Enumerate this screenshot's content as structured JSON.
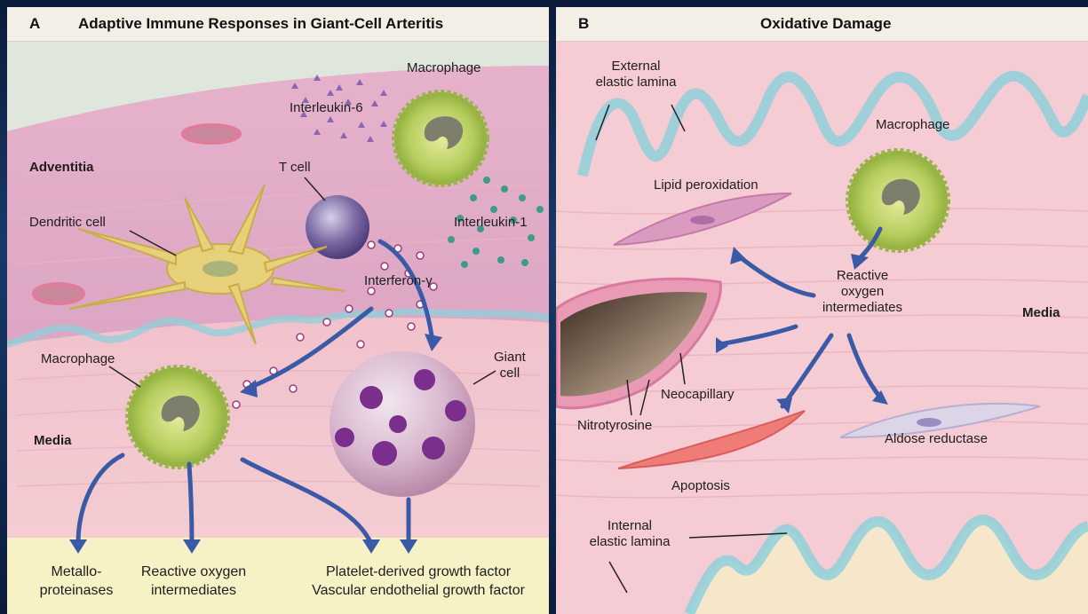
{
  "panel_a": {
    "letter": "A",
    "title": "Adaptive Immune Responses in Giant-Cell Arteritis",
    "labels": {
      "macrophage_top": "Macrophage",
      "interleukin6": "Interleukin-6",
      "adventitia": "Adventitia",
      "t_cell": "T cell",
      "dendritic_cell": "Dendritic cell",
      "interleukin1": "Interleukin-1",
      "interferon": "Interferon-γ",
      "macrophage_left": "Macrophage",
      "giant_cell_1": "Giant",
      "giant_cell_2": "cell",
      "media": "Media"
    },
    "outputs": {
      "metallo_1": "Metallo-",
      "metallo_2": "proteinases",
      "roi_1": "Reactive oxygen",
      "roi_2": "intermediates",
      "growth_1": "Platelet-derived growth factor",
      "growth_2": "Vascular endothelial growth factor"
    }
  },
  "panel_b": {
    "letter": "B",
    "title": "Oxidative Damage",
    "labels": {
      "external_1": "External",
      "external_2": "elastic lamina",
      "lipid": "Lipid peroxidation",
      "macrophage": "Macrophage",
      "reactive_1": "Reactive",
      "reactive_2": "oxygen",
      "reactive_3": "intermediates",
      "media": "Media",
      "neocapillary": "Neocapillary",
      "nitrotyrosine": "Nitrotyrosine",
      "aldose": "Aldose reductase",
      "apoptosis": "Apoptosis",
      "internal_1": "Internal",
      "internal_2": "elastic lamina"
    }
  },
  "colors": {
    "frame": "#0d2347",
    "adventitia": "#e8b7cc",
    "media": "#f3c9cf",
    "lamina": "#8fd0da",
    "arrow": "#3b5aa6",
    "macrophage": "#b9cf64",
    "t_cell": "#7a6aa0",
    "giant_nuclei": "#7a2f8c",
    "output_band": "#f7f1c6"
  },
  "icons": [
    "macrophage-cell",
    "t-cell",
    "dendritic-cell",
    "giant-cell",
    "capillary",
    "blue-arrow"
  ]
}
